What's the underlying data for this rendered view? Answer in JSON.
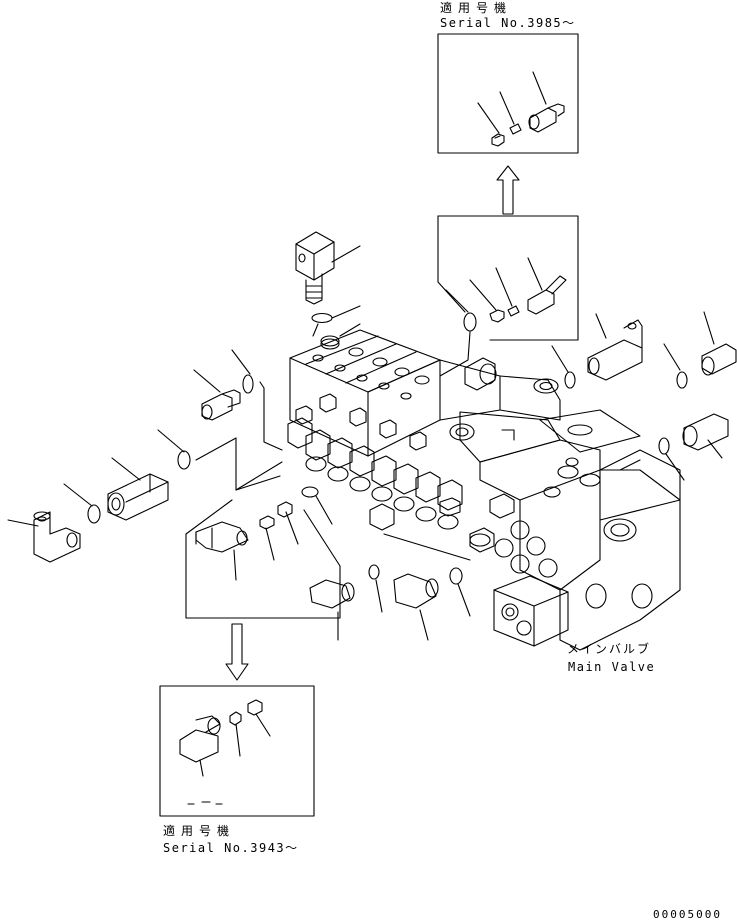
{
  "labels": {
    "top_applicable": "適用号機",
    "top_serial": "Serial No.3985～",
    "bottom_applicable": "適用号機",
    "bottom_serial": "Serial No.3943～",
    "main_valve_jp": "メインバルブ",
    "main_valve_en": "Main Valve",
    "drawing_code": "00005000"
  },
  "colors": {
    "line": "#000000",
    "background": "#ffffff"
  }
}
